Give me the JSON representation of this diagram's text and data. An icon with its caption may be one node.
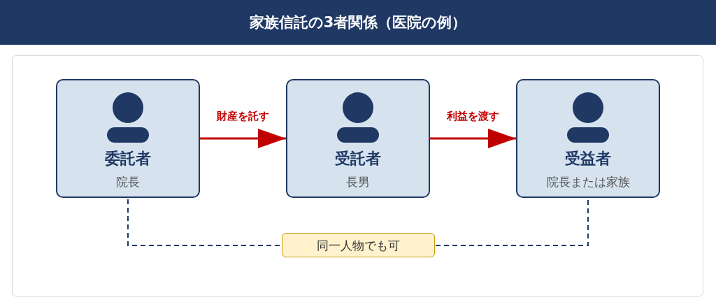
{
  "diagram": {
    "title": "家族信託の3者関係（医院の例）",
    "nodes": [
      {
        "text": [
          "委託者",
          "院長"
        ]
      },
      {
        "text": [
          "受託者",
          "長男"
        ]
      },
      {
        "text": [
          "受益者",
          "院長または家族"
        ]
      },
      {
        "text": [
          "同一人物でも可"
        ]
      }
    ],
    "edges": [
      {
        "from": 0,
        "to": 1,
        "arrow": "to",
        "label": "財産を託す",
        "color": "#c00000"
      },
      {
        "from": 1,
        "to": 2,
        "arrow": "to",
        "label": "利益を渡す",
        "color": "#c00000"
      },
      {
        "from": 0,
        "to": 3,
        "arrow": "none",
        "style": "dashed",
        "color": "#1f3864"
      },
      {
        "from": 3,
        "to": 2,
        "arrow": "none",
        "style": "dashed",
        "color": "#1f3864"
      }
    ]
  }
}
